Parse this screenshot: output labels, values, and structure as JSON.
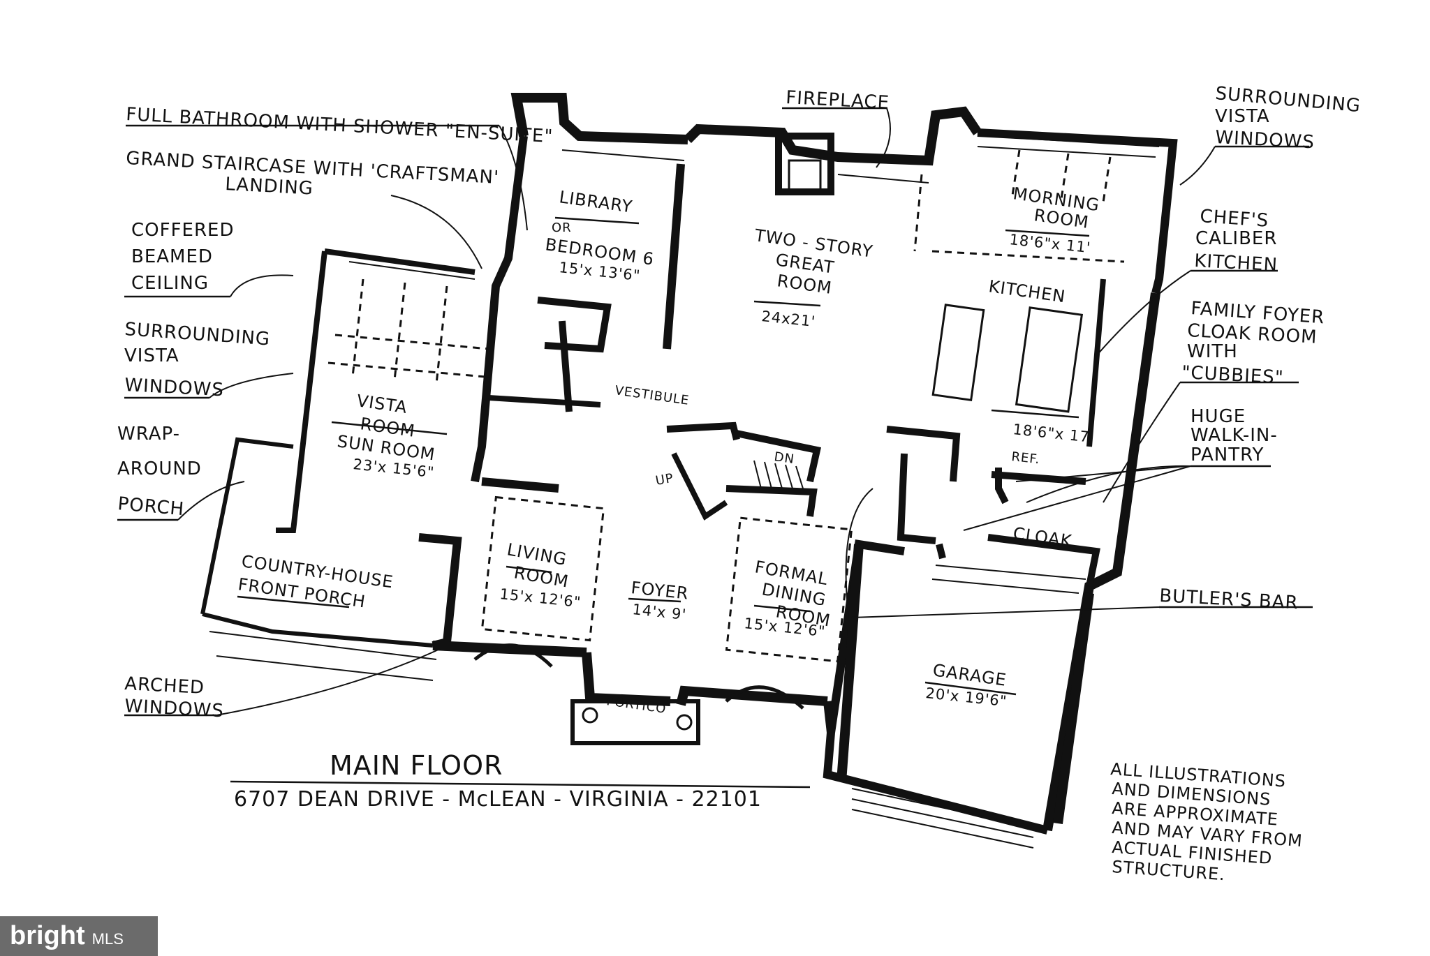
{
  "callouts": {
    "full_bathroom": "FULL BATHROOM WITH SHOWER \"EN-SUITE\"",
    "grand_staircase_1": "GRAND STAIRCASE WITH 'CRAFTSMAN'",
    "grand_staircase_2": "LANDING",
    "coffered_1": "COFFERED",
    "coffered_2": "BEAMED",
    "coffered_3": "CEILING",
    "vista_left_1": "SURROUNDING",
    "vista_left_2": "VISTA",
    "vista_left_3": "WINDOWS",
    "wrap_1": "WRAP-",
    "wrap_2": "AROUND",
    "wrap_3": "PORCH",
    "arched_1": "ARCHED",
    "arched_2": "WINDOWS",
    "fireplace": "FIREPLACE",
    "vista_right_1": "SURROUNDING",
    "vista_right_2": "VISTA",
    "vista_right_3": "WINDOWS",
    "chef_1": "CHEF'S",
    "chef_2": "CALIBER",
    "chef_3": "KITCHEN",
    "family_1": "FAMILY FOYER",
    "family_2": "CLOAK ROOM",
    "family_3": "WITH",
    "family_4": "\"CUBBIES\"",
    "pantry_1": "HUGE",
    "pantry_2": "WALK-IN-",
    "pantry_3": "PANTRY",
    "butlers_bar": "BUTLER'S BAR"
  },
  "rooms": {
    "library_1": "LIBRARY",
    "library_2": "OR",
    "library_3": "BEDROOM 6",
    "library_dim": "15'x 13'6\"",
    "great_1": "TWO - STORY",
    "great_2": "GREAT",
    "great_3": "ROOM",
    "great_dim": "24x21'",
    "morning_1": "MORNING",
    "morning_2": "ROOM",
    "morning_dim": "18'6\"x 11'",
    "kitchen": "KITCHEN",
    "kitchen_dim": "18'6\"x 17'",
    "ref": "REF.",
    "vestibule": "VESTIBULE",
    "vista_room_1": "VISTA",
    "vista_room_2": "ROOM",
    "sun_room": "SUN ROOM",
    "sun_dim": "23'x 15'6\"",
    "country_1": "COUNTRY-HOUSE",
    "country_2": "FRONT PORCH",
    "living_1": "LIVING",
    "living_2": "ROOM",
    "living_dim": "15'x 12'6\"",
    "foyer": "FOYER",
    "foyer_dim": "14'x 9'",
    "dining_1": "FORMAL",
    "dining_2": "DINING",
    "dining_3": "ROOM",
    "dining_dim": "15'x 12'6\"",
    "cloak": "CLOAK",
    "garage": "GARAGE",
    "garage_dim": "20'x 19'6\"",
    "portico": "PORTICO",
    "up": "UP",
    "dn": "DN"
  },
  "title": {
    "main": "MAIN FLOOR",
    "address": "6707 DEAN DRIVE - McLEAN - VIRGINIA - 22101"
  },
  "disclaimer": {
    "line1": "ALL ILLUSTRATIONS",
    "line2": "AND DIMENSIONS",
    "line3": "ARE APPROXIMATE",
    "line4": "AND MAY VARY FROM",
    "line5": "ACTUAL FINISHED",
    "line6": "STRUCTURE."
  },
  "watermark": {
    "brand": "bright",
    "suffix": "MLS"
  }
}
